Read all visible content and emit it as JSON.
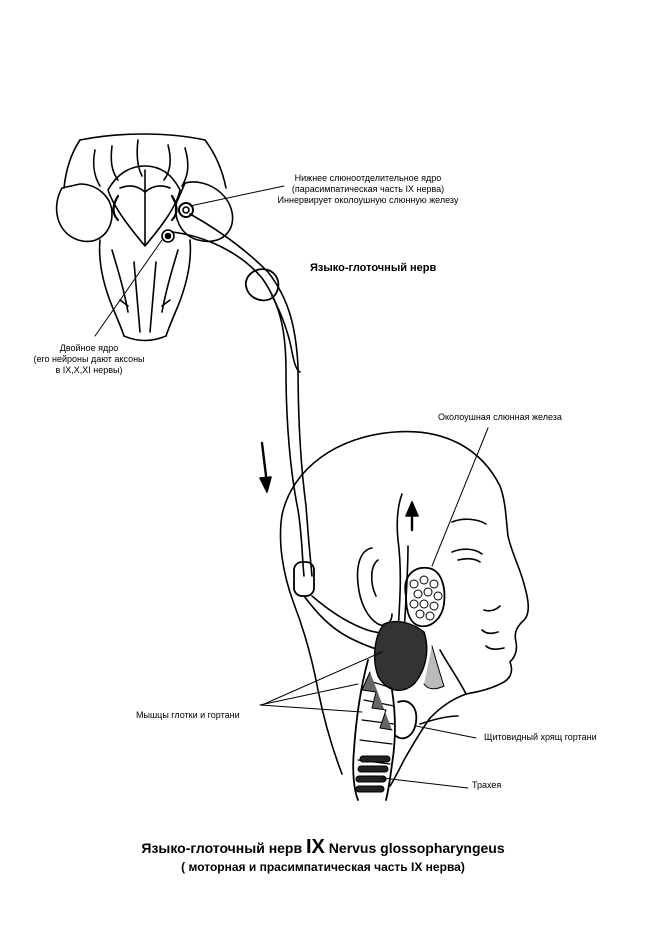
{
  "labels": {
    "inferior_nucleus": {
      "line1": "Нижнее слюноотделительное ядро",
      "line2": "(парасимпатическая часть IX нерва)",
      "line3": "Иннервирует околоушную слюнную железу"
    },
    "nerve_name": "Языко-глоточный нерв",
    "nucleus_ambiguus": {
      "line1": "Двойное ядро",
      "line2": "(его нейроны дают аксоны",
      "line3": "в IX,X,XI нервы)"
    },
    "parotid_gland": "Околоушная слюнная железа",
    "muscles": "Мышцы глотки и гортани",
    "thyroid_cartilage": "Щитовидный хрящ гортани",
    "trachea": "Трахея"
  },
  "caption": {
    "title_prefix": "Языко-глоточный нерв",
    "title_numeral": "IX",
    "title_latin": "Nervus glossopharyngeus",
    "subtitle": "( моторная и прасимпатическая часть IX нерва)"
  }
}
